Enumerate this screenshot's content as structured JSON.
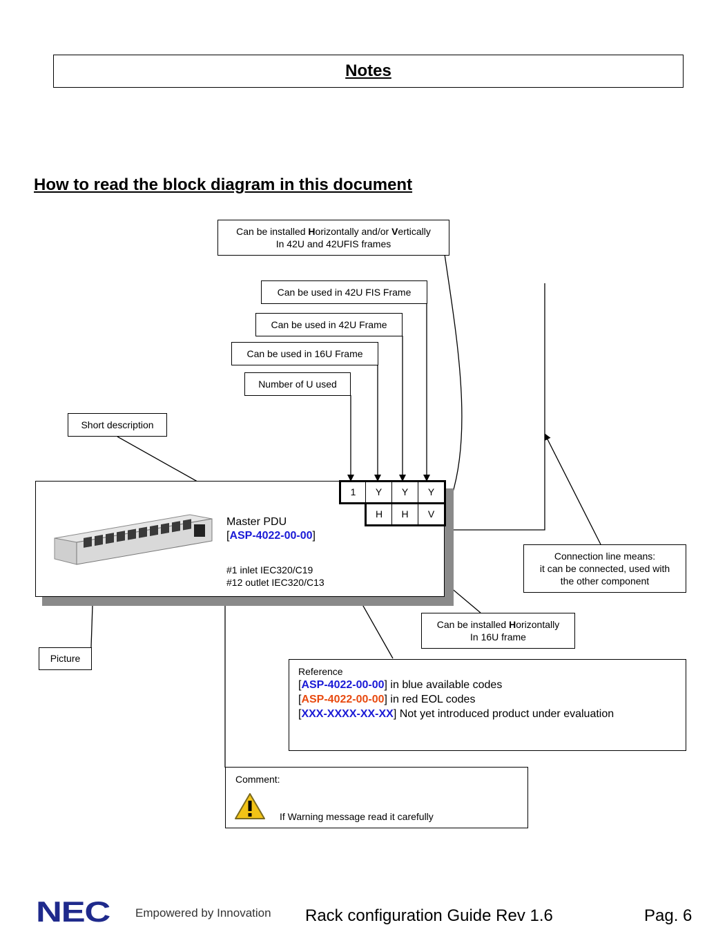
{
  "header": {
    "title": "Notes"
  },
  "section": {
    "heading": "How to read the block diagram in this document"
  },
  "callouts": {
    "hv_install": {
      "prefix": "Can be installed ",
      "h": "H",
      "mid": "orizontally and/or ",
      "v": "V",
      "suffix": "ertically",
      "line2": "In 42U and 42UFIS frames"
    },
    "fis_frame": "Can be used in 42U FIS Frame",
    "frame_42u": "Can be used in 42U Frame",
    "frame_16u": "Can be used in 16U Frame",
    "units": "Number of U used",
    "short_desc": "Short description",
    "connection": {
      "line1": "Connection line means:",
      "line2": "it can be connected, used with",
      "line3": "the other component"
    },
    "h_install": {
      "prefix": "Can be installed ",
      "h": "H",
      "suffix": "orizontally",
      "line2": "In 16U frame"
    },
    "picture": "Picture"
  },
  "product": {
    "name": "Master PDU",
    "code": "ASP-4022-00-00",
    "spec1": "#1 inlet IEC320/C19",
    "spec2": "#12 outlet IEC320/C13",
    "grid_top": [
      "1",
      "Y",
      "Y",
      "Y"
    ],
    "grid_bottom": [
      "H",
      "H",
      "V"
    ]
  },
  "reference": {
    "title": "Reference",
    "rows": [
      {
        "code": "ASP-4022-00-00",
        "text": "] in blue available codes",
        "color": "#1a1ad6"
      },
      {
        "code": "ASP-4022-00-00",
        "text": "] in red EOL codes",
        "color": "#e84a10"
      },
      {
        "code": "XXX-XXXX-XX-XX",
        "text": "]  Not yet introduced product under evaluation",
        "color": "#1a1ad6"
      }
    ]
  },
  "comment": {
    "title": "Comment:",
    "icon": "warning-icon",
    "text": "If Warning message read it carefully"
  },
  "footer": {
    "brand": "NEC",
    "tagline": "Empowered by Innovation",
    "doc_title": "Rack configuration Guide Rev 1.6",
    "page": "Pag. 6"
  },
  "colors": {
    "nec_blue": "#1f2a8c",
    "code_blue": "#1a1ad6",
    "eol_red": "#e84a10"
  }
}
